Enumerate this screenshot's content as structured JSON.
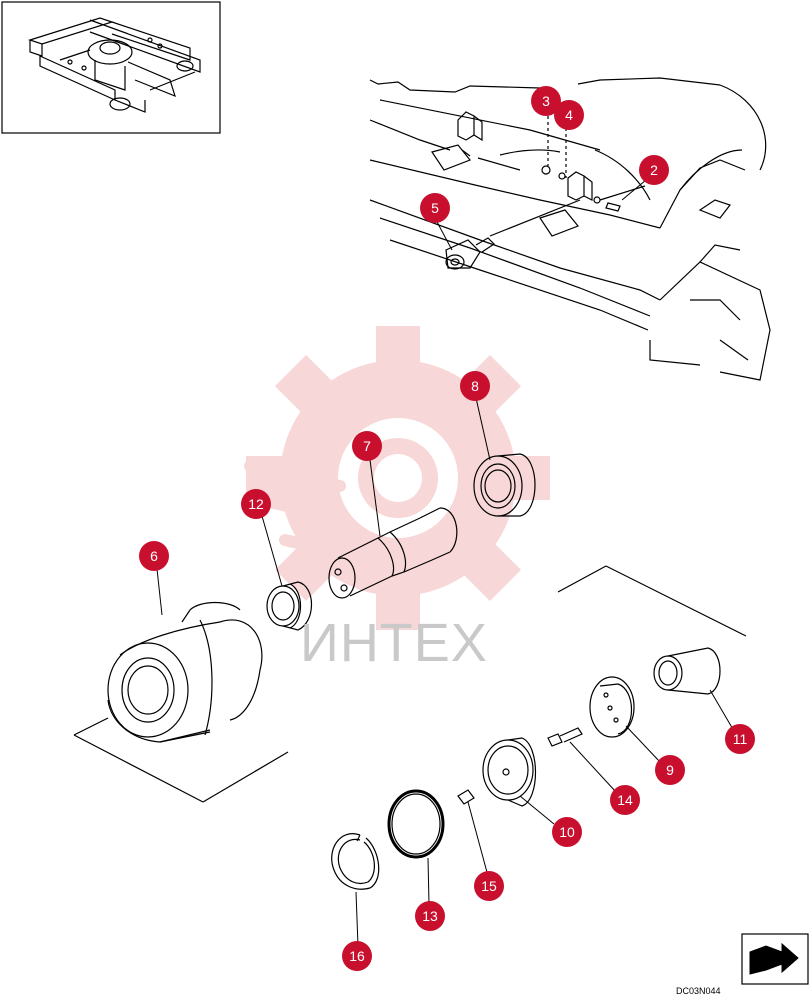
{
  "callouts": [
    {
      "n": "2"
    },
    {
      "n": "3"
    },
    {
      "n": "4"
    },
    {
      "n": "5"
    },
    {
      "n": "6"
    },
    {
      "n": "7"
    },
    {
      "n": "8"
    },
    {
      "n": "9"
    },
    {
      "n": "10"
    },
    {
      "n": "11"
    },
    {
      "n": "12"
    },
    {
      "n": "13"
    },
    {
      "n": "14"
    },
    {
      "n": "15"
    },
    {
      "n": "16"
    }
  ],
  "watermark_text": "ИНТЕХ",
  "drawing_code": "DC03N044",
  "colors": {
    "callout_fill": "#c8102e",
    "callout_text": "#ffffff",
    "line": "#000000",
    "watermark": "#f2b8b8"
  },
  "icons": [
    "overview-thumbnail",
    "watermark-gear-logo",
    "direction-arrow-icon"
  ]
}
